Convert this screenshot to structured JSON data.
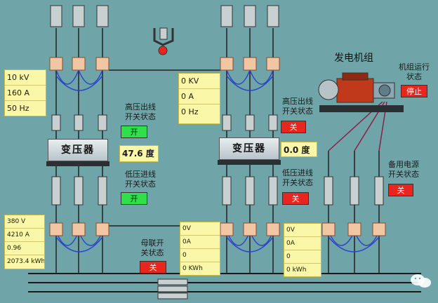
{
  "left": {
    "hv_panel": [
      "10 kV",
      "160 A",
      "50 Hz"
    ],
    "hv_switch_label": "高压出线\n开关状态",
    "hv_switch_state": "开",
    "frequency": "47.6 度",
    "lv_switch_label": "低压进线\n开关状态",
    "lv_switch_state": "开",
    "lv_panel": [
      "380 V",
      "4210 A",
      "0.96",
      "2073.4 kWh"
    ]
  },
  "transformer_label": "变压器",
  "middle": {
    "hv_panel": [
      "0 KV",
      "0 A",
      "0 Hz"
    ],
    "hv_switch_label": "高压出线\n开关状态",
    "hv_switch_state": "关",
    "frequency": "0.0 度",
    "lv_switch_label": "低压进线\n开关状态",
    "lv_switch_state": "关",
    "lv_panel": [
      "0V",
      "0A",
      "0",
      "0 KWh"
    ]
  },
  "bus_tie": {
    "label": "母联开\n关状态",
    "state": "关"
  },
  "generator": {
    "title": "发电机组",
    "run_label": "机组运行\n状态",
    "run_state": "停止",
    "standby_label": "备用电源\n开关状态",
    "standby_state": "关",
    "lv_panel": [
      "0V",
      "0A",
      "0",
      "0 kWh"
    ]
  },
  "colors": {
    "background": "#6fa5a8",
    "panel": "#fbf7a8",
    "on": "#2fe04a",
    "off": "#e8261e",
    "feeder_wire": "#2d45c8",
    "gen_wire": "#8a1f4a"
  }
}
